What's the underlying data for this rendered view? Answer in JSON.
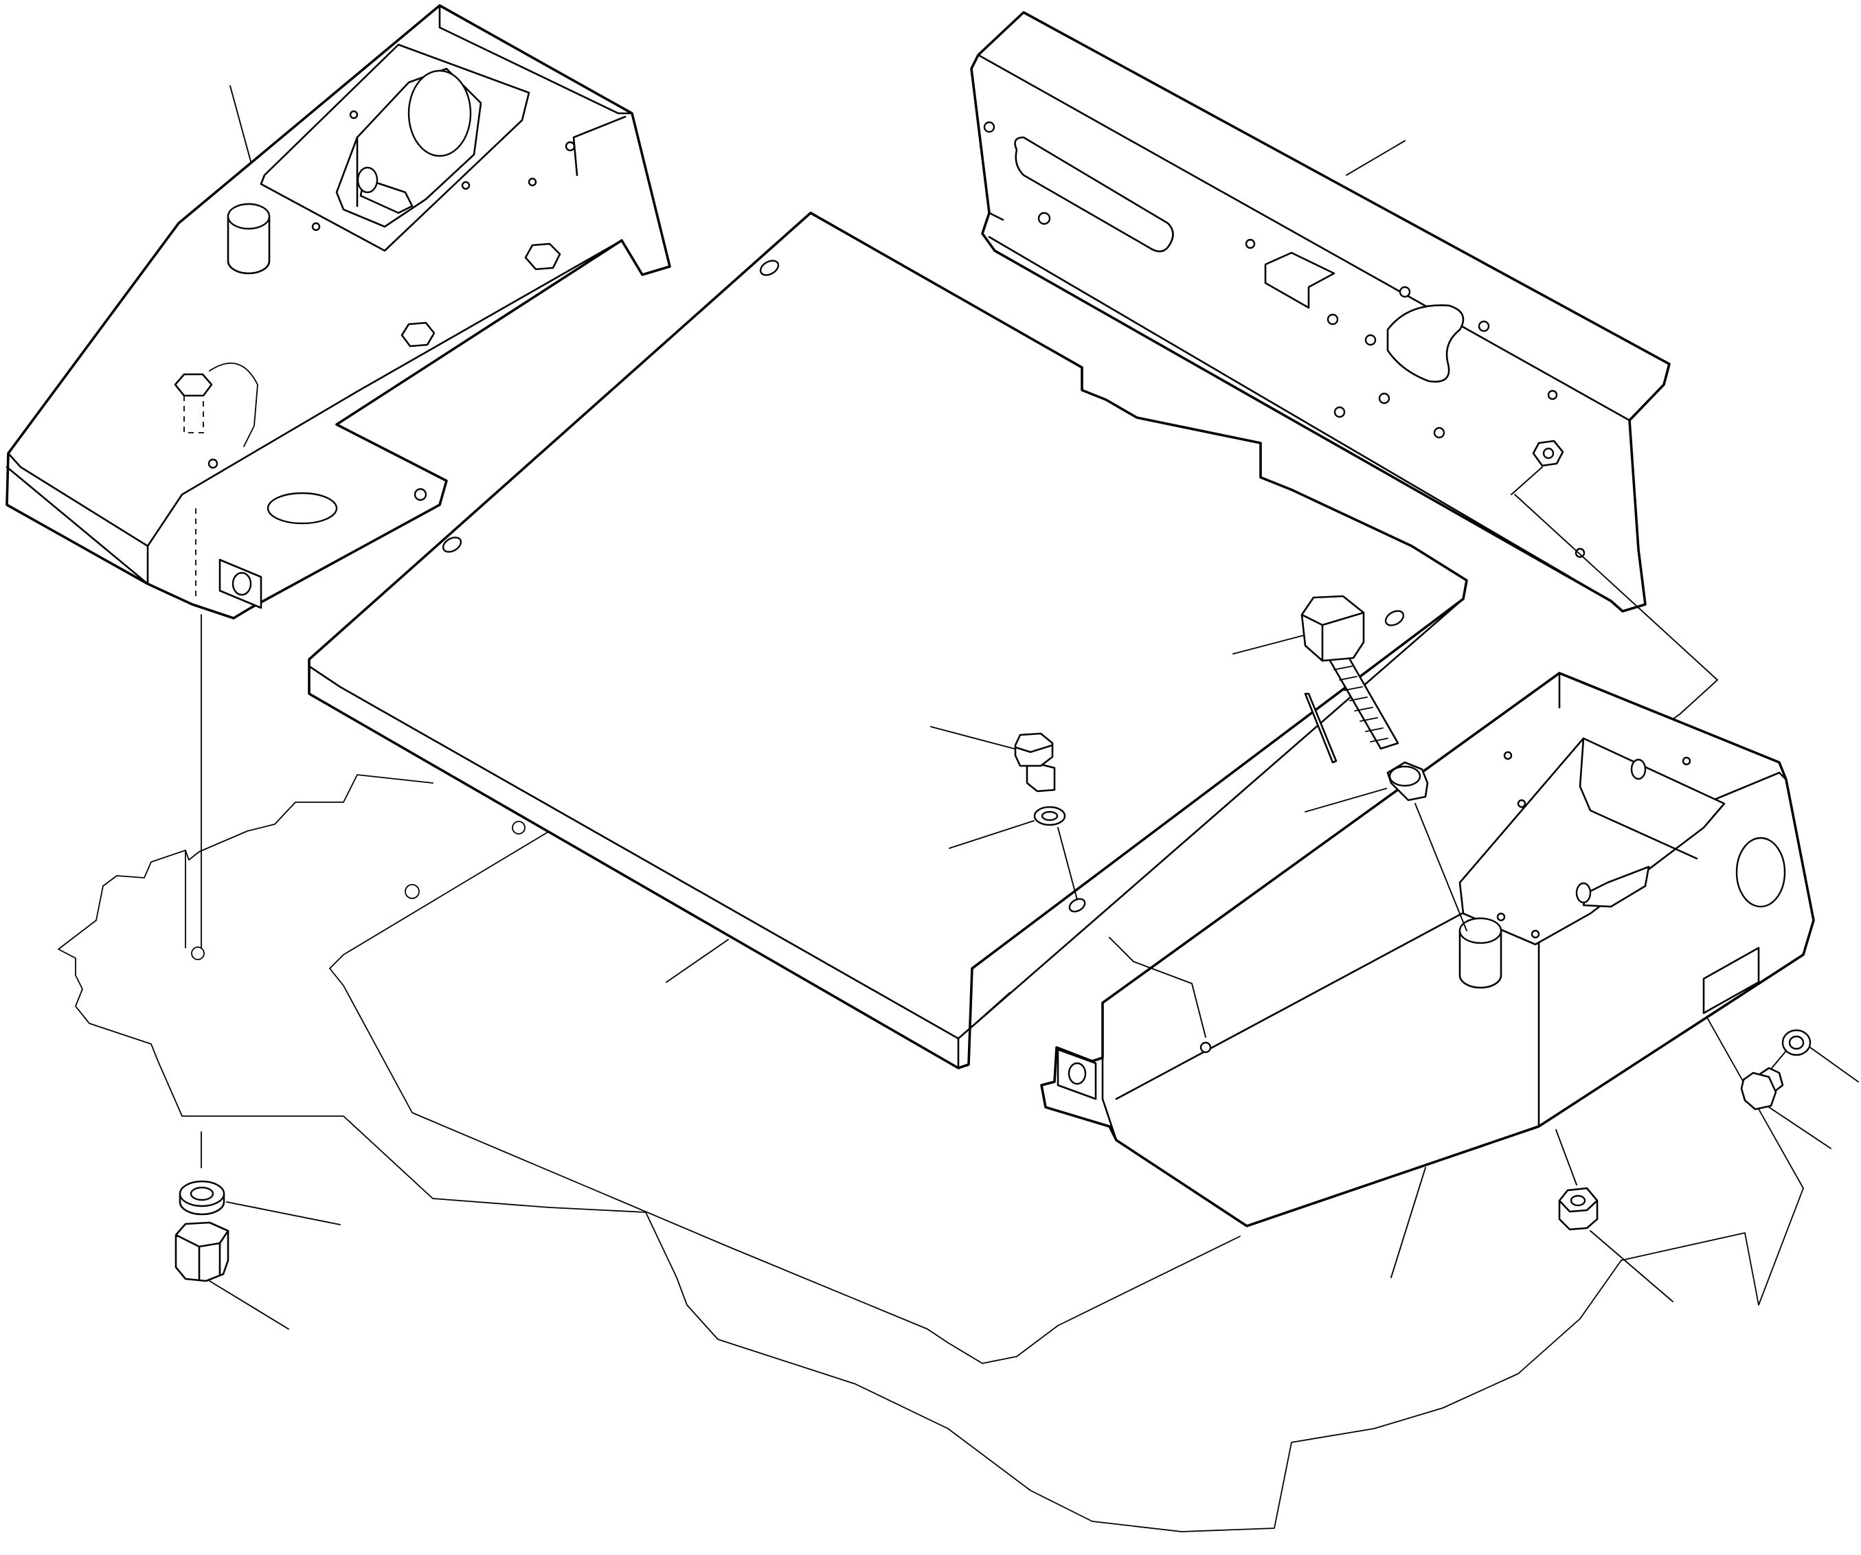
{
  "diagram": {
    "kind": "exploded parts drawing",
    "labels": [],
    "components": [
      "left-support-bracket",
      "rear-cross-bracket",
      "center-cover-plate",
      "right-support-bracket",
      "floor-outline",
      "long-screw",
      "screw",
      "washer",
      "nut"
    ],
    "colors": {
      "line": "#000000",
      "background": "#ffffff"
    }
  }
}
